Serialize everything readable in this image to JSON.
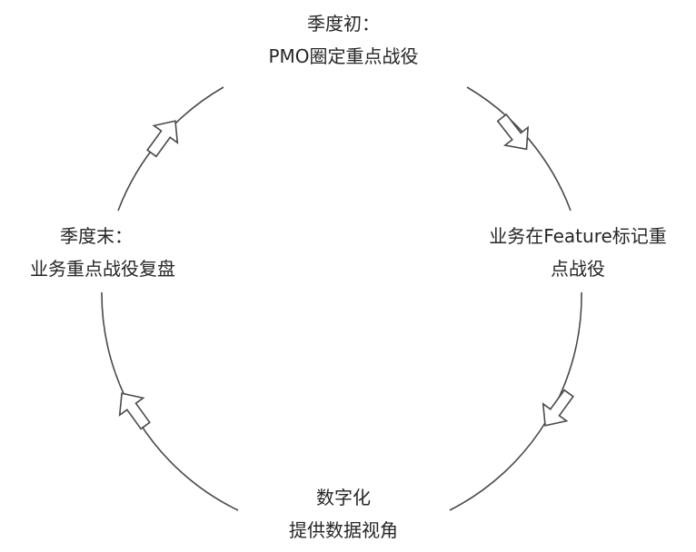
{
  "stages": [
    {
      "id": "top",
      "line1": "季度初：",
      "line2": "PMO圈定重点战役"
    },
    {
      "id": "right",
      "line1": "业务在Feature标记重",
      "line2": "点战役"
    },
    {
      "id": "bottom",
      "line1": "数字化",
      "line2": "提供数据视角"
    },
    {
      "id": "left",
      "line1": "季度末：",
      "line2": "业务重点战役复盘"
    }
  ],
  "colors": {
    "stroke": "#4a4a4a",
    "text": "#262626",
    "background": "#ffffff"
  }
}
